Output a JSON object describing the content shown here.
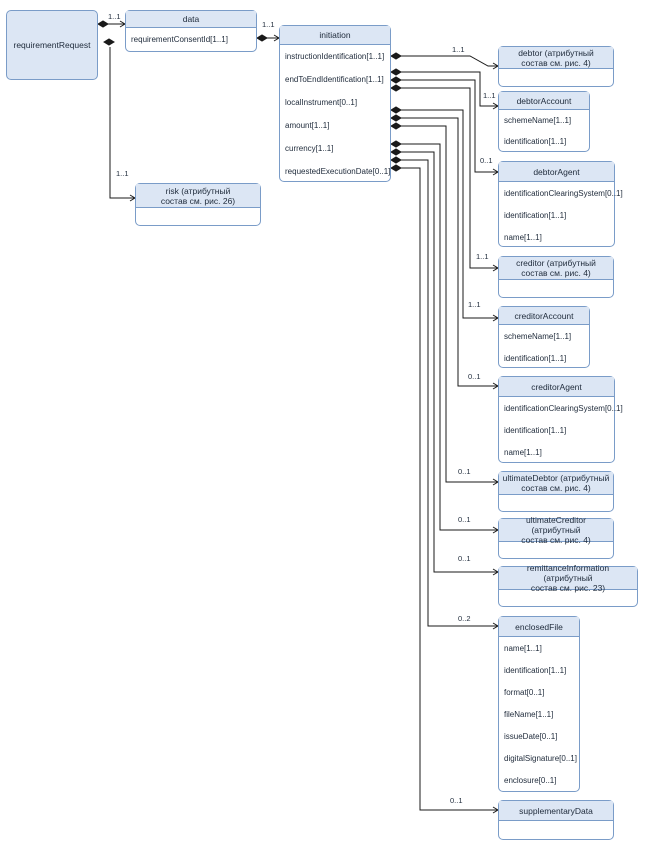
{
  "classes": {
    "requirementRequest": {
      "title": "requirementRequest"
    },
    "data": {
      "title": "data",
      "attrs": [
        "requirementConsentId[1..1]"
      ]
    },
    "initiation": {
      "title": "initiation",
      "attrs": [
        "instructionIdentification[1..1]",
        "endToEndIdentification[1..1]",
        "localInstrument[0..1]",
        "amount[1..1]",
        "currency[1..1]",
        "requestedExecutionDate[0..1]"
      ]
    },
    "risk": {
      "title": "risk (атрибутный\nсостав см. рис. 26)"
    },
    "debtor": {
      "title": "debtor (атрибутный\nсостав см. рис. 4)"
    },
    "debtorAccount": {
      "title": "debtorAccount",
      "attrs": [
        "schemeName[1..1]",
        "identification[1..1]"
      ]
    },
    "debtorAgent": {
      "title": "debtorAgent",
      "attrs": [
        "identificationClearingSystem[0..1]",
        "identification[1..1]",
        "name[1..1]"
      ]
    },
    "creditor": {
      "title": "creditor (атрибутный\nсостав см. рис. 4)"
    },
    "creditorAccount": {
      "title": "creditorAccount",
      "attrs": [
        "schemeName[1..1]",
        "identification[1..1]"
      ]
    },
    "creditorAgent": {
      "title": "creditorAgent",
      "attrs": [
        "identificationClearingSystem[0..1]",
        "identification[1..1]",
        "name[1..1]"
      ]
    },
    "ultimateDebtor": {
      "title": "ultimateDebtor (атрибутный\nсостав см. рис. 4)"
    },
    "ultimateCreditor": {
      "title": "ultimateCreditor (атрибутный\nсостав см. рис. 4)"
    },
    "remittanceInformation": {
      "title": "remittanceInformation (атрибутный\nсостав см. рис. 23)"
    },
    "enclosedFile": {
      "title": "enclosedFile",
      "attrs": [
        "name[1..1]",
        "identification[1..1]",
        "format[0..1]",
        "fileName[1..1]",
        "issueDate[0..1]",
        "digitalSignature[0..1]",
        "enclosure[0..1]"
      ]
    },
    "supplementaryData": {
      "title": "supplementaryData"
    }
  },
  "multiplicities": {
    "data": "1..1",
    "initiation": "1..1",
    "risk": "1..1",
    "debtor": "1..1",
    "debtorAccount": "1..1",
    "debtorAgent": "0..1",
    "creditor": "1..1",
    "creditorAccount": "1..1",
    "creditorAgent": "0..1",
    "ultimateDebtor": "0..1",
    "ultimateCreditor": "0..1",
    "remittanceInformation": "0..1",
    "enclosedFile": "0..2",
    "supplementaryData": "0..1"
  }
}
